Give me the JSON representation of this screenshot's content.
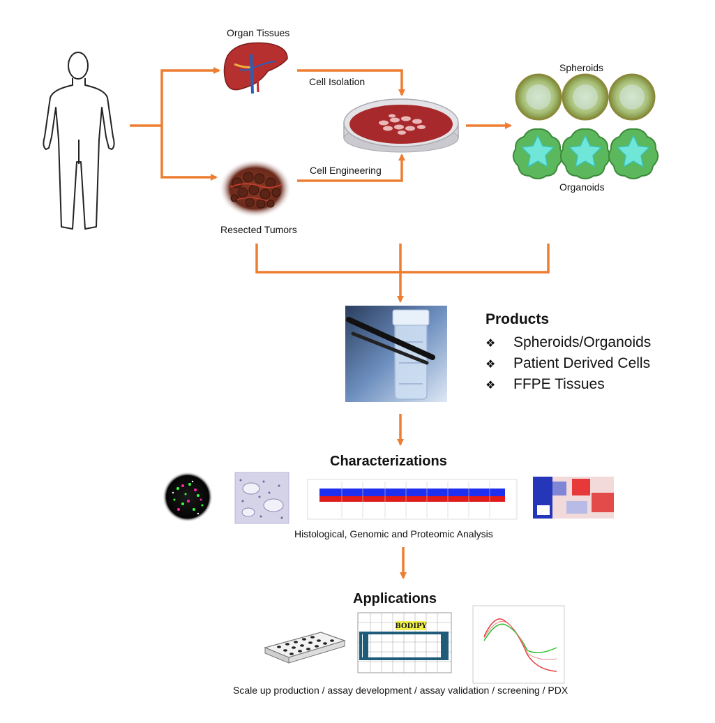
{
  "labels": {
    "organ_tissues": "Organ Tissues",
    "cell_isolation": "Cell Isolation",
    "cell_engineering": "Cell Engineering",
    "resected_tumors": "Resected Tumors",
    "spheroids": "Spheroids",
    "organoids": "Organoids"
  },
  "products": {
    "title": "Products",
    "bullet": "❖",
    "items": [
      "Spheroids/Organoids",
      "Patient Derived Cells",
      "FFPE Tissues"
    ]
  },
  "characterizations": {
    "title": "Characterizations",
    "caption": "Histological, Genomic and Proteomic Analysis"
  },
  "applications": {
    "title": "Applications",
    "plate_label": "BODIPY",
    "caption": "Scale up production / assay development / assay validation / screening / PDX"
  },
  "colors": {
    "arrow": "#ED7D31",
    "spheroid": "#A8BE6C",
    "organoid": "#6FE6D8",
    "dish": "#A8292B",
    "plate_frame": "#1F5C7A"
  },
  "icons": [
    "human-silhouette-icon",
    "liver-icon",
    "tumor-icon",
    "petri-dish-icon",
    "spheroid-icon",
    "organoid-icon",
    "cryovial-icon",
    "well-plate-icon"
  ]
}
